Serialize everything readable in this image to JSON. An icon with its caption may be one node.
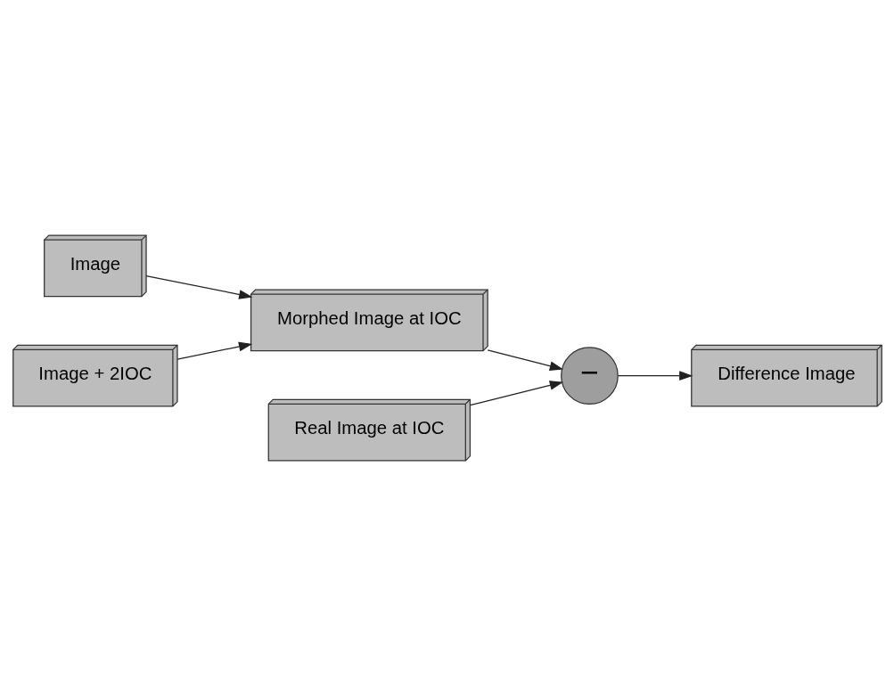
{
  "diagram": {
    "nodes": [
      {
        "text": [
          "Image"
        ]
      },
      {
        "text": [
          "Image + 2IOC"
        ]
      },
      {
        "text": [
          "Morphed Image at IOC"
        ]
      },
      {
        "text": [
          "Real Image at IOC"
        ]
      },
      {
        "text": [
          "−"
        ]
      },
      {
        "text": [
          "Difference Image"
        ]
      }
    ],
    "edges": [
      {
        "from": 0,
        "to": 2,
        "arrow": "to"
      },
      {
        "from": 1,
        "to": 2,
        "arrow": "to"
      },
      {
        "from": 2,
        "to": 4,
        "arrow": "to"
      },
      {
        "from": 3,
        "to": 4,
        "arrow": "to"
      },
      {
        "from": 4,
        "to": 5,
        "arrow": "to"
      }
    ]
  }
}
